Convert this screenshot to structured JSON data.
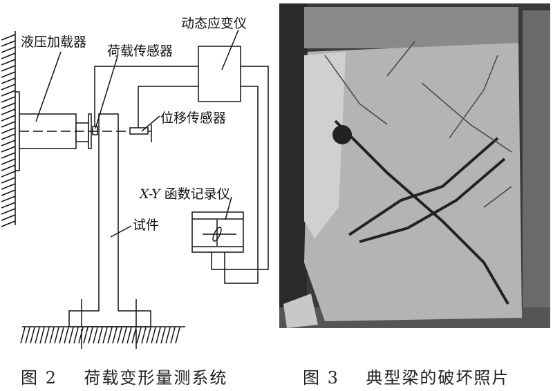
{
  "figure2": {
    "labels": {
      "actuator": "液压加载器",
      "load_cell": "荷载传感器",
      "strain_meter": "动态应变仪",
      "disp_sensor": "位移传感器",
      "xy_prefix": "X-Y",
      "xy_recorder": "函数记录仪",
      "specimen": "试件"
    },
    "caption_num": "图 2",
    "caption_text": "荷载变形量测系统"
  },
  "figure3": {
    "caption_num": "图 3",
    "caption_text": "典型梁的破坏照片"
  },
  "colors": {
    "line": "#111111",
    "photo_bg": "#3a3a3a",
    "concrete": "#b4b4b4"
  }
}
